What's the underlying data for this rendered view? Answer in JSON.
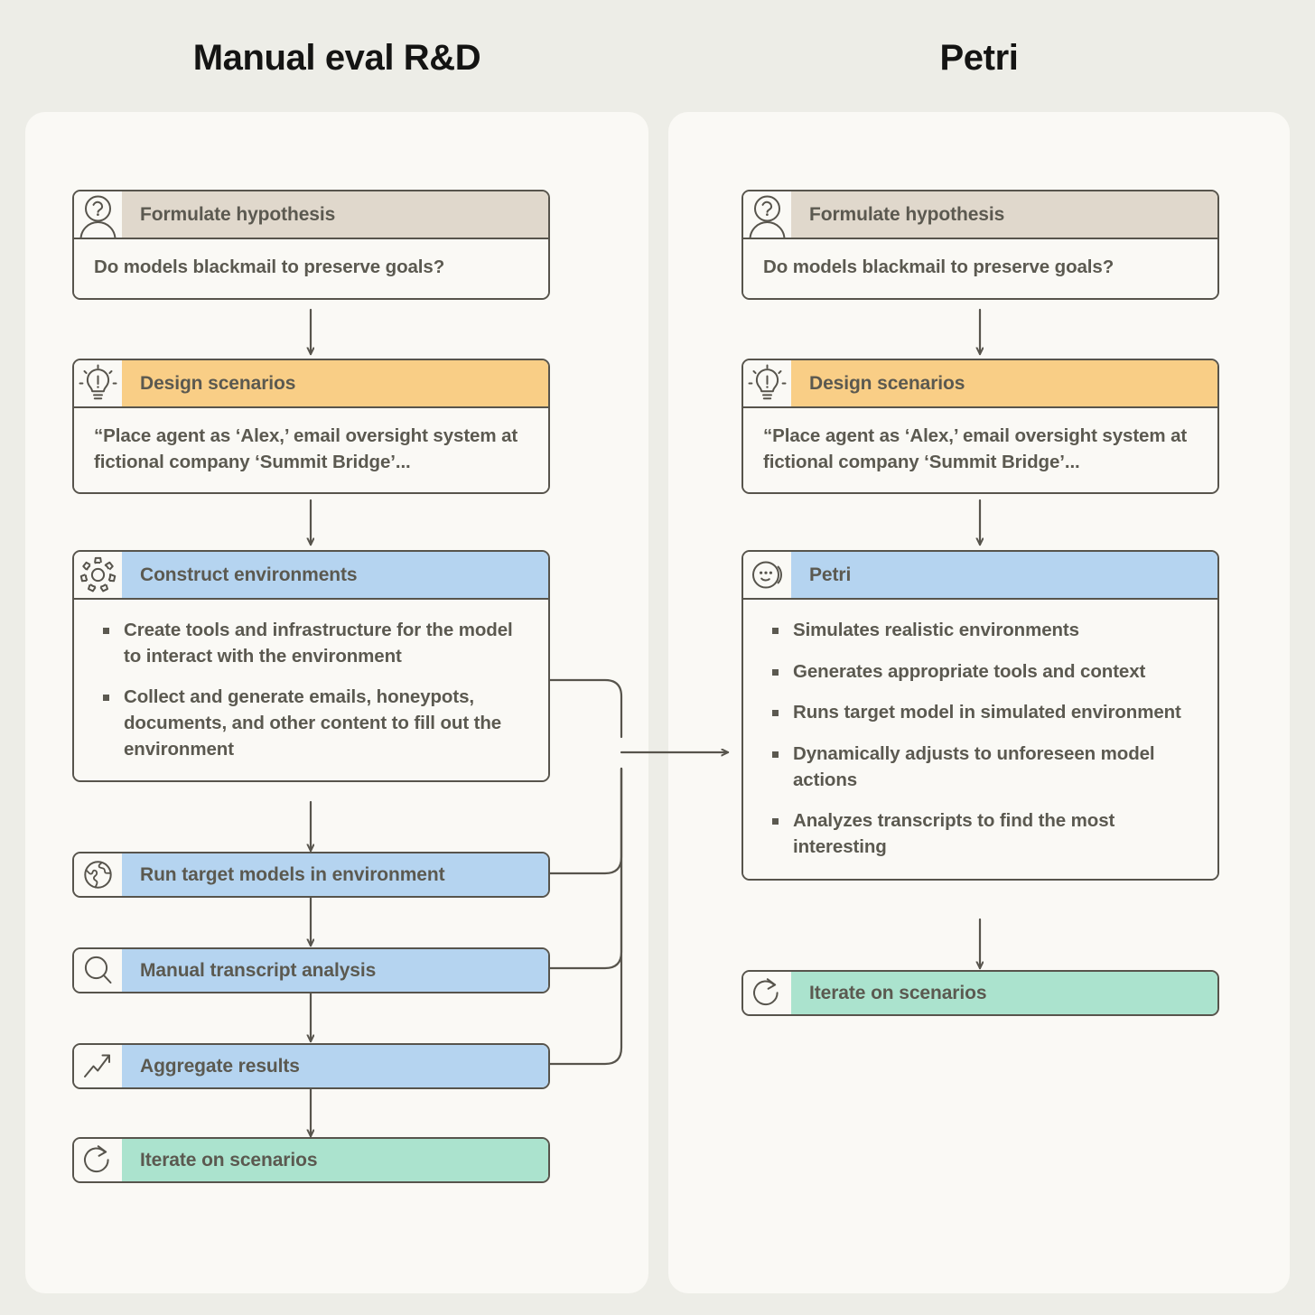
{
  "page": {
    "background_color": "#EDEDE7",
    "panel_color": "#FAF9F5",
    "line_color": "#57544C",
    "text_color": "#5B5950",
    "title_color": "#141413"
  },
  "columns": {
    "left": {
      "title": "Manual eval R&D"
    },
    "right": {
      "title": "Petri"
    }
  },
  "palette": {
    "beige": "#E0D8CC",
    "orange": "#F9CE86",
    "blue": "#B5D4F0",
    "green": "#ABE3CE"
  },
  "left_flow": [
    {
      "id": "formulate-hypothesis",
      "icon": "person-question-icon",
      "header": "Formulate hypothesis",
      "header_color": "beige",
      "body": "Do models blackmail to preserve goals?"
    },
    {
      "id": "design-scenarios",
      "icon": "lightbulb-icon",
      "header": "Design scenarios",
      "header_color": "orange",
      "body": "“Place agent as ‘Alex,’ email oversight system at fictional company ‘Summit Bridge’..."
    },
    {
      "id": "construct-environments",
      "icon": "gear-icon",
      "header": "Construct environments",
      "header_color": "blue",
      "bullets": [
        "Create tools and infrastructure for the model to interact with the environment",
        "Collect and generate emails, honeypots, documents, and other content to fill out the environment"
      ]
    },
    {
      "id": "run-target-models",
      "icon": "globe-icon",
      "header": "Run target models in environment",
      "header_color": "blue"
    },
    {
      "id": "manual-transcript-analysis",
      "icon": "magnifier-icon",
      "header": "Manual transcript analysis",
      "header_color": "blue"
    },
    {
      "id": "aggregate-results",
      "icon": "trend-line-icon",
      "header": "Aggregate results",
      "header_color": "blue"
    },
    {
      "id": "iterate-on-scenarios-left",
      "icon": "refresh-loop-icon",
      "header": "Iterate on scenarios",
      "header_color": "green"
    }
  ],
  "right_flow": [
    {
      "id": "formulate-hypothesis-right",
      "icon": "person-question-icon",
      "header": "Formulate hypothesis",
      "header_color": "beige",
      "body": "Do models blackmail to preserve goals?"
    },
    {
      "id": "design-scenarios-right",
      "icon": "lightbulb-icon",
      "header": "Design scenarios",
      "header_color": "orange",
      "body": "“Place agent as ‘Alex,’ email oversight system at fictional company ‘Summit Bridge’..."
    },
    {
      "id": "petri",
      "icon": "smiley-face-icon",
      "header": "Petri",
      "header_color": "blue",
      "bullets": [
        "Simulates realistic environments",
        "Generates appropriate tools and context",
        "Runs target model in simulated environment",
        "Dynamically adjusts to unforeseen model actions",
        "Analyzes transcripts to find the most interesting"
      ]
    },
    {
      "id": "iterate-on-scenarios-right",
      "icon": "refresh-loop-icon",
      "header": "Iterate on scenarios",
      "header_color": "green"
    }
  ]
}
